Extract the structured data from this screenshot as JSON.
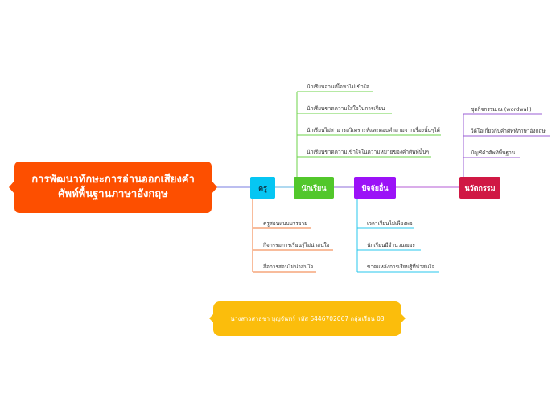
{
  "root": {
    "title": "การพัฒนาทักษะการอ่านออกเสียงคำศัพท์พื้นฐานภาษาอังกฤษ"
  },
  "branches": {
    "teacher": {
      "label": "ครู",
      "color": "#06c6f3",
      "items": [
        "ครูสอนแบบบรรยาย",
        "กิจกรรมการเรียนรู้ไม่น่าสนใจ",
        "สื่อการสอนไม่น่าสนใจ"
      ]
    },
    "student": {
      "label": "นักเรียน",
      "color": "#52c72b",
      "items": [
        "นักเรียนอ่านเนื้อหาไม่เข้าใจ",
        "นักเรียนขาดความใส่ใจในการเรียน",
        "นักเรียนไม่สามารถวิเคราะห์และตอบคำถามจากเรื่องนั้นๆได้",
        "นักเรียนขาดความเข้าใจในความหมายของคำศัพท์นั้นๆ"
      ]
    },
    "factor": {
      "label": "ปัจจัยอื่น",
      "color": "#9b12f7",
      "items": [
        "เวลาเรียนไม่เพียงพอ",
        "นักเรียนมีจำนวนเยอะ",
        "ขาดแหล่งการเรียนรู้ที่น่าสนใจ"
      ]
    },
    "innovation": {
      "label": "นวัตกรรม",
      "color": "#d01844",
      "items": [
        "ชุดกิจกรรม.ณ (wordwall)",
        "วีดีโอเกี่ยวกับคำศัพท์ภาษาอังกฤษ",
        "บัญชีคำศัพท์พื้นฐาน"
      ]
    }
  },
  "footer": {
    "text": "นางสาวสาธชา บุญจันทร์ รหัส 6446702067 กลุ่มเรียน 03"
  }
}
